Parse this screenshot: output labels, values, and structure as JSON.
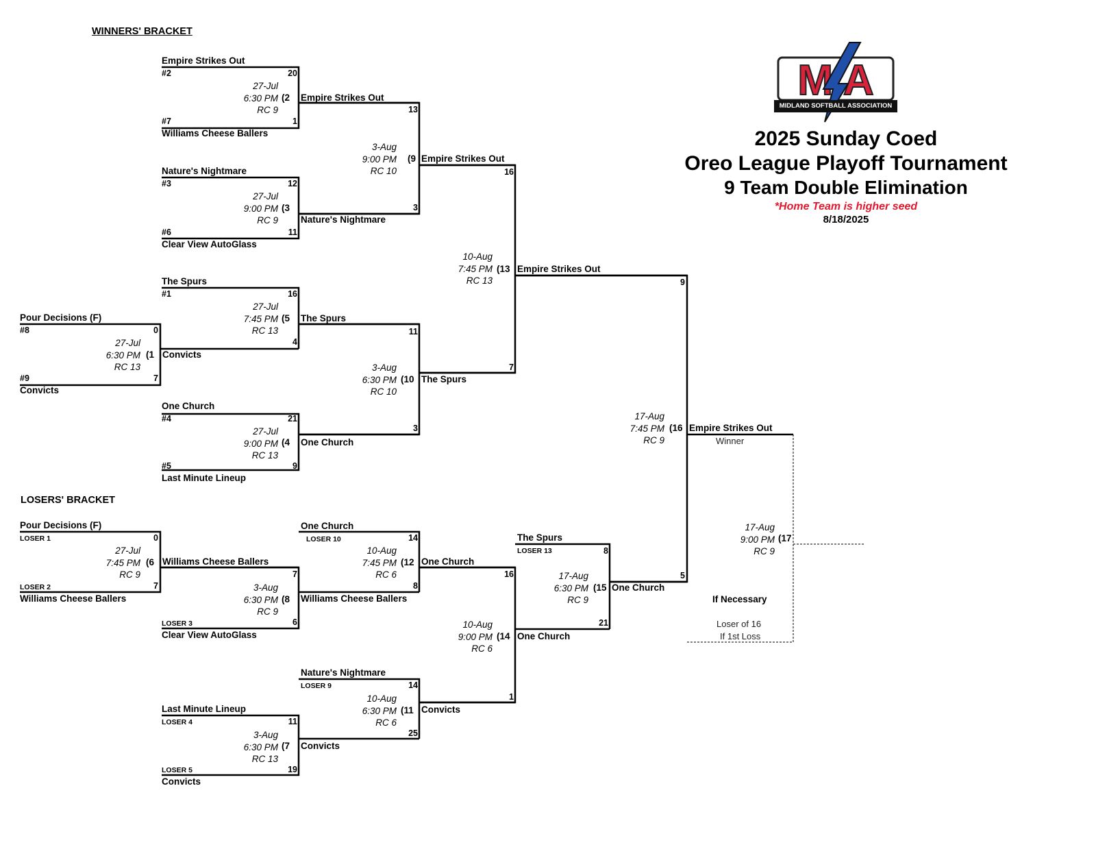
{
  "sections": {
    "winners": "WINNERS' BRACKET",
    "losers": "LOSERS' BRACKET"
  },
  "header": {
    "title_line1": "2025 Sunday Coed",
    "title_line2": "Oreo League Playoff Tournament",
    "title_line3": "9 Team Double Elimination",
    "note": "*Home Team is higher seed",
    "date": "8/18/2025",
    "logo_letters": "MSA",
    "logo_banner": "MIDLAND SOFTBALL ASSOCIATION"
  },
  "colors": {
    "logo_red": "#d7233b",
    "logo_blue": "#1f4fa8",
    "note_red": "#e0182d"
  },
  "winners": {
    "g1": {
      "top_team": "Pour Decisions (F)",
      "top_seed": "#8",
      "top_score": "0",
      "bot_seed": "#9",
      "bot_score": "7",
      "bot_team": "Convicts",
      "date": "27-Jul",
      "time": "6:30 PM",
      "field": "RC 13",
      "num": "(1",
      "winner": "Convicts"
    },
    "g2": {
      "top_team": "Empire Strikes Out",
      "top_seed": "#2",
      "top_score": "20",
      "bot_seed": "#7",
      "bot_score": "1",
      "bot_team": "Williams Cheese Ballers",
      "date": "27-Jul",
      "time": "6:30 PM",
      "field": "RC 9",
      "num": "(2",
      "winner": "Empire Strikes Out"
    },
    "g3": {
      "top_team": "Nature's Nightmare",
      "top_seed": "#3",
      "top_score": "12",
      "bot_seed": "#6",
      "bot_score": "11",
      "bot_team": "Clear View AutoGlass",
      "date": "27-Jul",
      "time": "9:00 PM",
      "field": "RC 9",
      "num": "(3",
      "winner": "Nature's Nightmare"
    },
    "g5": {
      "top_team": "The Spurs",
      "top_seed": "#1",
      "top_score": "16",
      "bot_score": "4",
      "date": "27-Jul",
      "time": "7:45 PM",
      "field": "RC 13",
      "num": "(5",
      "winner": "The Spurs"
    },
    "g4": {
      "top_team": "One Church",
      "top_seed": "#4",
      "top_score": "21",
      "bot_seed": "#5",
      "bot_score": "9",
      "bot_team": "Last Minute Lineup",
      "date": "27-Jul",
      "time": "9:00 PM",
      "field": "RC 13",
      "num": "(4",
      "winner": "One Church"
    },
    "g9": {
      "top_score": "13",
      "bot_score": "3",
      "date": "3-Aug",
      "time": "9:00 PM",
      "field": "RC 10",
      "num": "(9",
      "winner": "Empire Strikes Out"
    },
    "g10": {
      "top_score": "11",
      "bot_score": "3",
      "date": "3-Aug",
      "time": "6:30 PM",
      "field": "RC 10",
      "num": "(10",
      "winner": "The Spurs"
    },
    "g13": {
      "top_score": "16",
      "bot_score": "7",
      "date": "10-Aug",
      "time": "7:45 PM",
      "field": "RC 13",
      "num": "(13",
      "winner": "Empire Strikes Out"
    },
    "g16": {
      "top_score": "9",
      "bot_score": "5",
      "date": "17-Aug",
      "time": "7:45 PM",
      "field": "RC 9",
      "num": "(16",
      "winner": "Empire Strikes Out",
      "winner_sub": "Winner"
    }
  },
  "losers": {
    "g6": {
      "top_team": "Pour Decisions (F)",
      "top_tag": "LOSER 1",
      "top_score": "0",
      "bot_tag": "LOSER 2",
      "bot_score": "7",
      "bot_team": "Williams Cheese Ballers",
      "date": "27-Jul",
      "time": "7:45 PM",
      "field": "RC 9",
      "num": "(6",
      "winner": "Williams Cheese Ballers"
    },
    "g8": {
      "top_score": "7",
      "bot_tag": "LOSER 3",
      "bot_score": "6",
      "bot_team": "Clear View AutoGlass",
      "date": "3-Aug",
      "time": "6:30 PM",
      "field": "RC 9",
      "num": "(8",
      "winner": "Williams Cheese Ballers"
    },
    "g12": {
      "top_team": "One Church",
      "top_tag": "LOSER 10",
      "top_score": "14",
      "bot_score": "8",
      "date": "10-Aug",
      "time": "7:45 PM",
      "field": "RC 6",
      "num": "(12",
      "winner": "One Church"
    },
    "g7": {
      "top_team": "Last Minute Lineup",
      "top_tag": "LOSER 4",
      "top_score": "11",
      "bot_tag": "LOSER 5",
      "bot_score": "19",
      "bot_team": "Convicts",
      "date": "3-Aug",
      "time": "6:30 PM",
      "field": "RC 13",
      "num": "(7",
      "winner": "Convicts"
    },
    "g11": {
      "top_team": "Nature's Nightmare",
      "top_tag": "LOSER 9",
      "top_score": "14",
      "bot_score": "25",
      "date": "10-Aug",
      "time": "6:30 PM",
      "field": "RC 6",
      "num": "(11",
      "winner": "Convicts"
    },
    "g14": {
      "top_score": "16",
      "bot_score": "1",
      "date": "10-Aug",
      "time": "9:00 PM",
      "field": "RC 6",
      "num": "(14",
      "winner": "One Church"
    },
    "g15": {
      "top_team": "The Spurs",
      "top_tag": "LOSER 13",
      "top_score": "8",
      "bot_score": "21",
      "date": "17-Aug",
      "time": "6:30 PM",
      "field": "RC 9",
      "num": "(15",
      "winner": "One Church"
    }
  },
  "final": {
    "date": "17-Aug",
    "time": "9:00 PM",
    "field": "RC 9",
    "num": "(17",
    "if_necessary": "If Necessary",
    "loser_line1": "Loser of 16",
    "loser_line2": "If 1st Loss"
  }
}
